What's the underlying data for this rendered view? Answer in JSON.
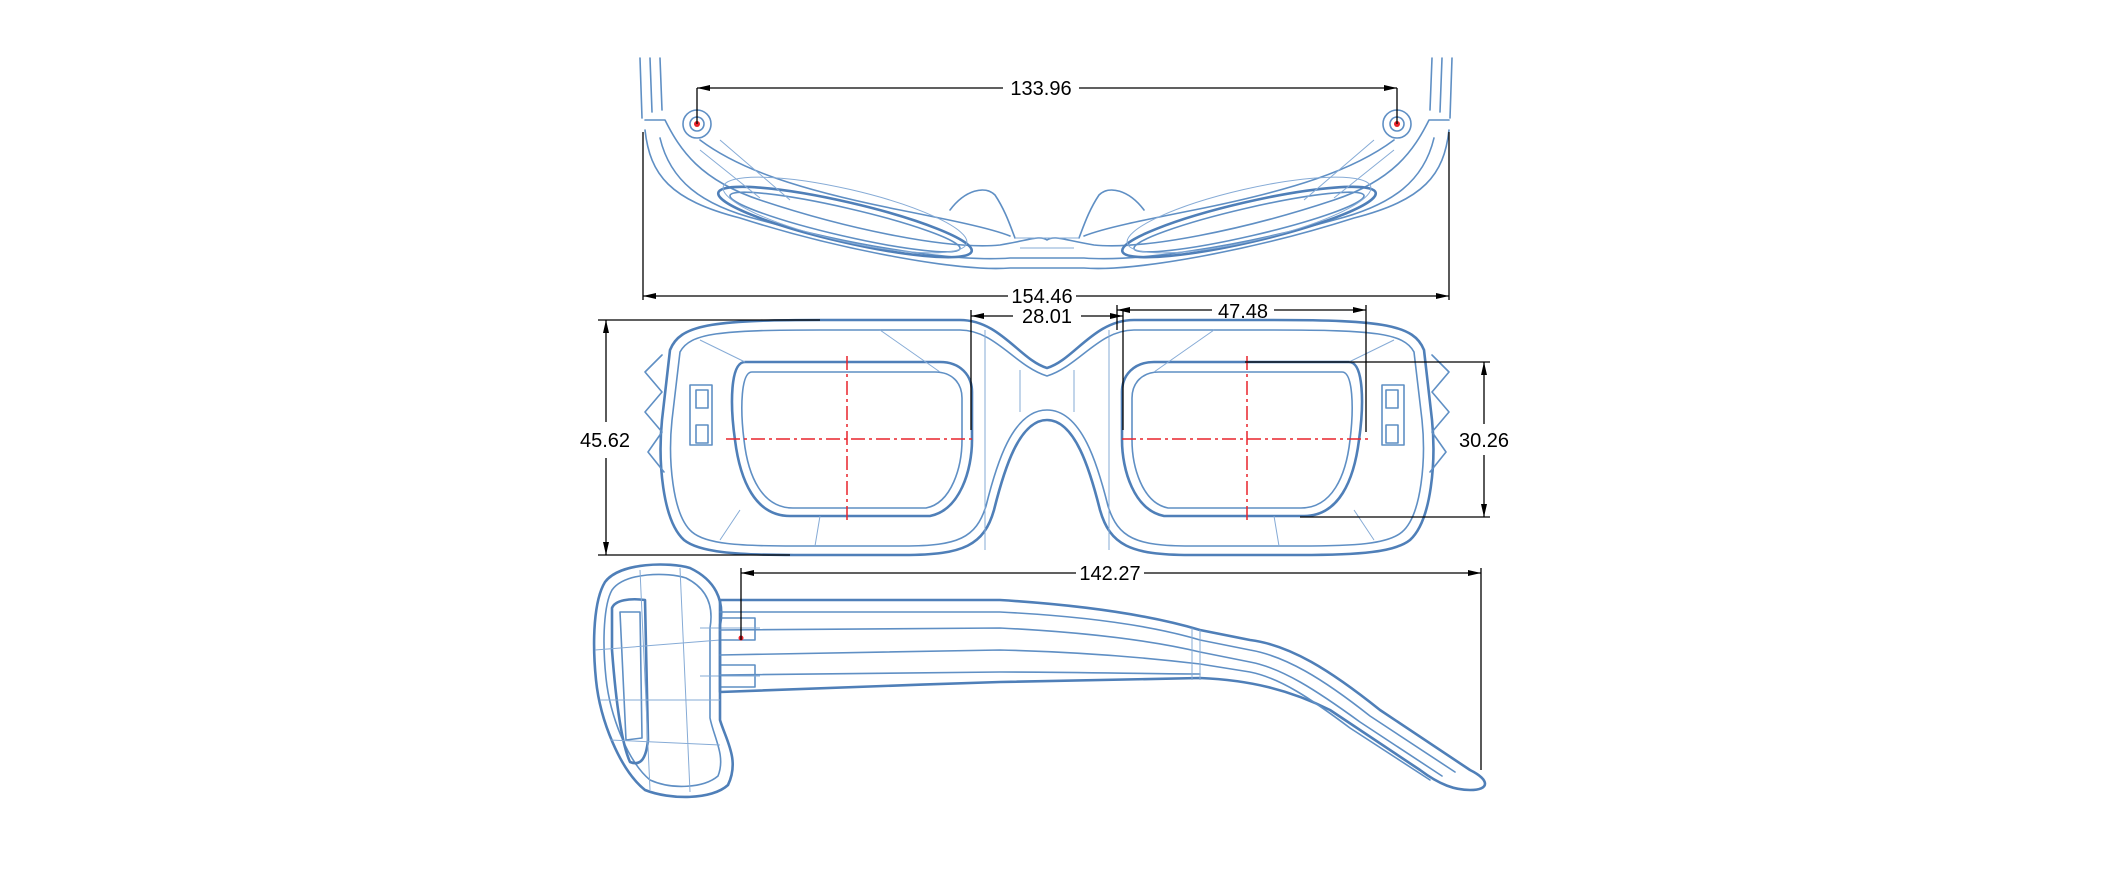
{
  "dimensions": {
    "hinge_span": "133.96",
    "overall_width": "154.46",
    "bridge_width": "28.01",
    "lens_width": "47.48",
    "frame_height": "45.62",
    "lens_height": "30.26",
    "temple_length": "142.27"
  },
  "colors": {
    "frame_line": "#5f8fc4",
    "dimension_line": "#000000",
    "center_line": "#e8232b"
  }
}
